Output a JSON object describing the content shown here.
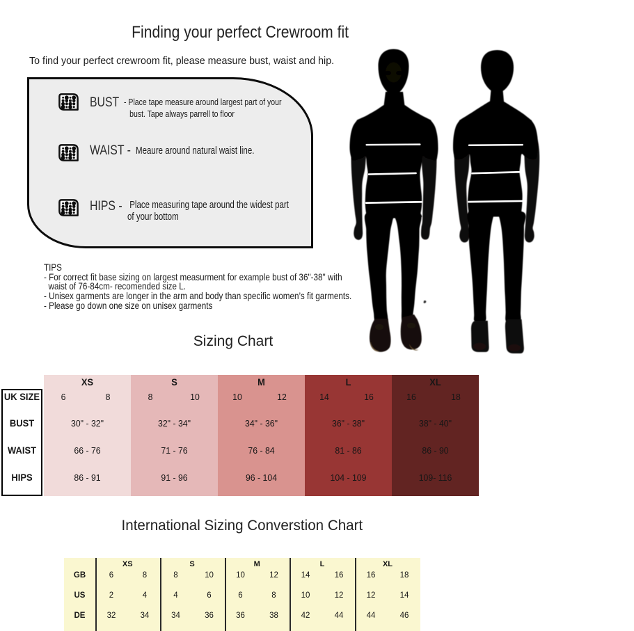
{
  "page": {
    "title": "Finding your perfect Crewroom fit",
    "intro": "To find your perfect crewroom fit, please measure bust, waist and hip."
  },
  "measure_guide": {
    "items": [
      {
        "label": "BUST",
        "desc": "- Place tape measure around largest part of your\nbust. Tape always parrell to floor"
      },
      {
        "label": "WAIST -",
        "desc": "Meaure around natural waist line."
      },
      {
        "label": "HIPS -",
        "desc": " Place measuring tape around the widest part\nof your bottom"
      }
    ]
  },
  "tips": {
    "text": "TIPS\n- For correct fit base sizing on largest measurment for example bust of 36\"-38\" with\n  waist of 76-84cm- recomended size L.\n- Unisex garments are longer in the arm and body than specific women’s fit garments.\n- Please go down one size on unisex garments"
  },
  "sizing_chart": {
    "heading": "Sizing Chart",
    "row_labels": [
      "UK SIZE",
      "BUST",
      "WAIST",
      "HIPS"
    ],
    "columns": [
      {
        "label": "XS",
        "color": "#f1dbda",
        "uk": [
          "6",
          "8"
        ],
        "bust": "30\" - 32\"",
        "waist": "66 - 76",
        "hips": "86 - 91"
      },
      {
        "label": "S",
        "color": "#e5b8b8",
        "uk": [
          "8",
          "10"
        ],
        "bust": "32\" - 34\"",
        "waist": "71 - 76",
        "hips": "91 - 96"
      },
      {
        "label": "M",
        "color": "#d9938f",
        "uk": [
          "10",
          "12"
        ],
        "bust": "34\" - 36\"",
        "waist": "76 - 84",
        "hips": "96 - 104"
      },
      {
        "label": "L",
        "color": "#983634",
        "uk": [
          "14",
          "16"
        ],
        "bust": "36\" - 38\"",
        "waist": "81 - 86",
        "hips": "104 - 109"
      },
      {
        "label": "XL",
        "color": "#622422",
        "uk": [
          "16",
          "18"
        ],
        "bust": "38\" - 40\"",
        "waist": "86 - 90",
        "hips": "109- 116"
      }
    ]
  },
  "international_chart": {
    "heading": "International Sizing Converstion Chart",
    "background": "#faf7d0",
    "row_labels": [
      "GB",
      "US",
      "DE"
    ],
    "groups": [
      {
        "label": "XS",
        "gb": [
          "6",
          "8"
        ],
        "us": [
          "2",
          "4"
        ],
        "de": [
          "32",
          "34"
        ]
      },
      {
        "label": "S",
        "gb": [
          "8",
          "10"
        ],
        "us": [
          "4",
          "6"
        ],
        "de": [
          "34",
          "36"
        ]
      },
      {
        "label": "M",
        "gb": [
          "10",
          "12"
        ],
        "us": [
          "6",
          "8"
        ],
        "de": [
          "36",
          "38"
        ]
      },
      {
        "label": "L",
        "gb": [
          "14",
          "16"
        ],
        "us": [
          "10",
          "12"
        ],
        "de": [
          "42",
          "44"
        ]
      },
      {
        "label": "XL",
        "gb": [
          "16",
          "18"
        ],
        "us": [
          "12",
          "14"
        ],
        "de": [
          "44",
          "46"
        ]
      }
    ]
  },
  "figures": {
    "front_alt": "front view silhouette with bust, waist and hip measurement lines",
    "back_alt": "back view silhouette with bust, waist and hip measurement lines"
  },
  "chart_data": [
    {
      "type": "table",
      "title": "Sizing Chart",
      "columns": [
        "XS",
        "S",
        "M",
        "L",
        "XL"
      ],
      "rows": {
        "UK SIZE": [
          [
            "6",
            "8"
          ],
          [
            "8",
            "10"
          ],
          [
            "10",
            "12"
          ],
          [
            "14",
            "16"
          ],
          [
            "16",
            "18"
          ]
        ],
        "BUST": [
          "30\" - 32\"",
          "32\" - 34\"",
          "34\" - 36\"",
          "36\" - 38\"",
          "38\" - 40\""
        ],
        "WAIST": [
          "66 - 76",
          "71 - 76",
          "76 - 84",
          "81 - 86",
          "86 - 90"
        ],
        "HIPS": [
          "86 - 91",
          "91 - 96",
          "96 - 104",
          "104 - 109",
          "109- 116"
        ]
      }
    },
    {
      "type": "table",
      "title": "International Sizing Converstion Chart",
      "columns": [
        "XS",
        "S",
        "M",
        "L",
        "XL"
      ],
      "rows": {
        "GB": [
          [
            "6",
            "8"
          ],
          [
            "8",
            "10"
          ],
          [
            "10",
            "12"
          ],
          [
            "14",
            "16"
          ],
          [
            "16",
            "18"
          ]
        ],
        "US": [
          [
            "2",
            "4"
          ],
          [
            "4",
            "6"
          ],
          [
            "6",
            "8"
          ],
          [
            "10",
            "12"
          ],
          [
            "12",
            "14"
          ]
        ],
        "DE": [
          [
            "32",
            "34"
          ],
          [
            "34",
            "36"
          ],
          [
            "36",
            "38"
          ],
          [
            "42",
            "44"
          ],
          [
            "44",
            "46"
          ]
        ]
      }
    }
  ]
}
